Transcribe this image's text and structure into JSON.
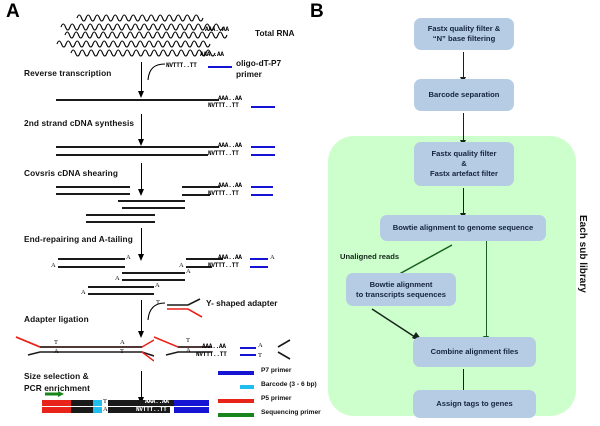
{
  "panels": {
    "a_label": "A",
    "b_label": "B"
  },
  "panel_a": {
    "title_total_rna": "Total RNA",
    "steps": [
      {
        "id": "reverse-transcription",
        "label": "Reverse transcription"
      },
      {
        "id": "second-strand-synthesis",
        "label": "2nd strand cDNA synthesis"
      },
      {
        "id": "covaris-shearing",
        "label": "Covsris cDNA shearing"
      },
      {
        "id": "end-repair-a-tailing",
        "label": "End-repairing and A-tailing"
      },
      {
        "id": "adapter-ligation",
        "label": "Adapter ligation"
      },
      {
        "id": "size-selection-pcr",
        "label": "Size selection & PCR enrichment"
      }
    ],
    "second_strand_sup": "nd",
    "second_strand_pre": "2",
    "second_strand_post": " strand cDNA synthesis",
    "annotations": {
      "oligo_primer": "oligo-dT-P7 primer",
      "oligo_primer_line1": "oligo-dT-P7",
      "oligo_primer_line2": "primer",
      "y_adapter": "Y- shaped adapter"
    },
    "sequences": {
      "poly_a": "AAA..AA",
      "oligo_dt": "NVTTT..TT",
      "a_overhang": "A",
      "t_overhang": "T"
    },
    "legend": [
      {
        "label": "P7 primer",
        "color": "#1414d2",
        "name": "p7-primer"
      },
      {
        "label": "Barcode (3 - 6 bp)",
        "color": "#1fbdf0",
        "name": "barcode"
      },
      {
        "label": "P5 primer",
        "color": "#e8231a",
        "name": "p5-primer"
      },
      {
        "label": "Sequencing primer",
        "color": "#18861c",
        "name": "sequencing-primer"
      }
    ]
  },
  "panel_b": {
    "sub_library_label": "Each sub library",
    "unaligned_reads_label": "Unaligned reads",
    "boxes": [
      {
        "id": "fastx-quality-n-filter",
        "line1": "Fastx quality filter &",
        "line2": "“N” base filtering"
      },
      {
        "id": "barcode-separation",
        "line1": "Barcode separation",
        "line2": ""
      },
      {
        "id": "fastx-quality-artefact-filter",
        "line1": "Fastx quality filter",
        "line2": "&",
        "line3": "Fastx  artefact filter"
      },
      {
        "id": "bowtie-genome-alignment",
        "line1": "Bowtie alignment to genome sequence",
        "line2": ""
      },
      {
        "id": "bowtie-transcripts-alignment",
        "line1": "Bowtie alignment",
        "line2": "to transcripts sequences"
      },
      {
        "id": "combine-alignment-files",
        "line1": "Combine alignment files",
        "line2": ""
      },
      {
        "id": "assign-tags-to-genes",
        "line1": "Assign tags to genes",
        "line2": ""
      }
    ],
    "colors": {
      "box_fill": "#b6cbe4",
      "box_text": "#14243f",
      "region_fill": "#ccffcc",
      "arrow": "#14241a",
      "arrow_green": "#18601f"
    }
  }
}
